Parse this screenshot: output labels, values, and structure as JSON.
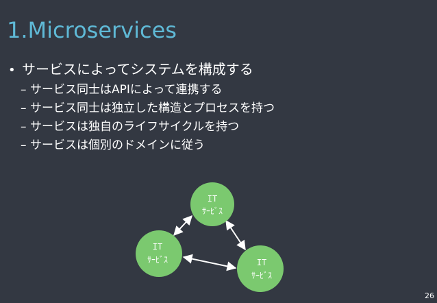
{
  "slide": {
    "title": "1.Microservices",
    "main_bullet": "サービスによってシステムを構成する",
    "sub_bullets": [
      "サービス同士はAPIによって連携する",
      "サービス同士は独立した構造とプロセスを持つ",
      "サービスは独自のライフサイクルを持つ",
      "サービスは個別のドメインに従う"
    ],
    "page_number": "26"
  },
  "diagram": {
    "node_fill": "#7bc96f",
    "nodes": [
      {
        "line1": "IT",
        "line2": "ｻｰﾋﾞｽ"
      },
      {
        "line1": "IT",
        "line2": "ｻｰﾋﾞｽ"
      },
      {
        "line1": "IT",
        "line2": "ｻｰﾋﾞｽ"
      }
    ]
  },
  "colors": {
    "background": "#333842",
    "title": "#5fb9d6",
    "text": "#ffffff"
  }
}
